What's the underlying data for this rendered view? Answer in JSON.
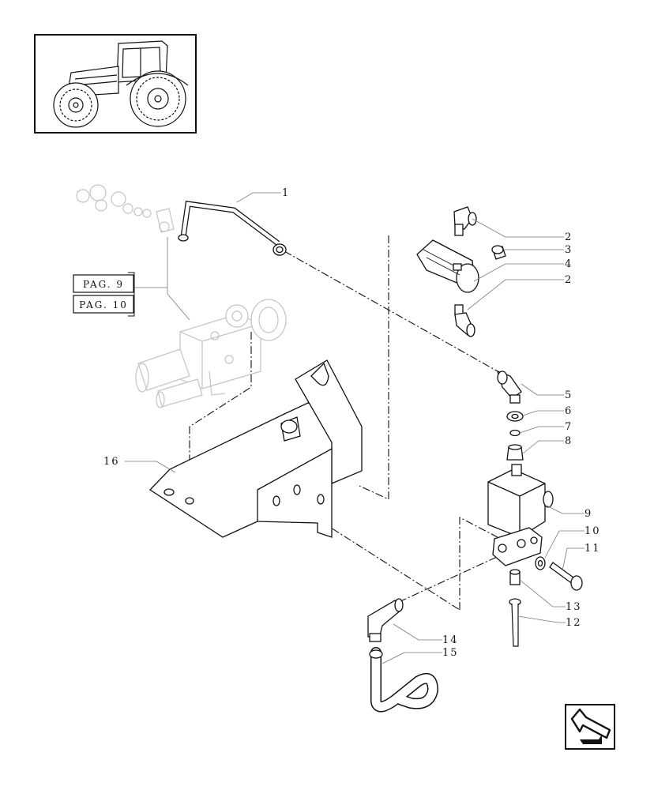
{
  "diagram": {
    "callouts": [
      {
        "id": "1",
        "label": "1"
      },
      {
        "id": "2a",
        "label": "2"
      },
      {
        "id": "3",
        "label": "3"
      },
      {
        "id": "4",
        "label": "4"
      },
      {
        "id": "2b",
        "label": "2"
      },
      {
        "id": "5",
        "label": "5"
      },
      {
        "id": "6",
        "label": "6"
      },
      {
        "id": "7",
        "label": "7"
      },
      {
        "id": "8",
        "label": "8"
      },
      {
        "id": "9",
        "label": "9"
      },
      {
        "id": "10",
        "label": "10"
      },
      {
        "id": "11",
        "label": "11"
      },
      {
        "id": "13",
        "label": "13"
      },
      {
        "id": "12",
        "label": "12"
      },
      {
        "id": "14",
        "label": "14"
      },
      {
        "id": "15",
        "label": "15"
      },
      {
        "id": "16",
        "label": "16"
      }
    ],
    "page_refs": [
      {
        "label": "PAG. 9"
      },
      {
        "label": "PAG. 10"
      }
    ],
    "thumbnail": {
      "icon": "tractor-icon"
    },
    "nav": {
      "icon": "arrow-back-icon"
    }
  }
}
